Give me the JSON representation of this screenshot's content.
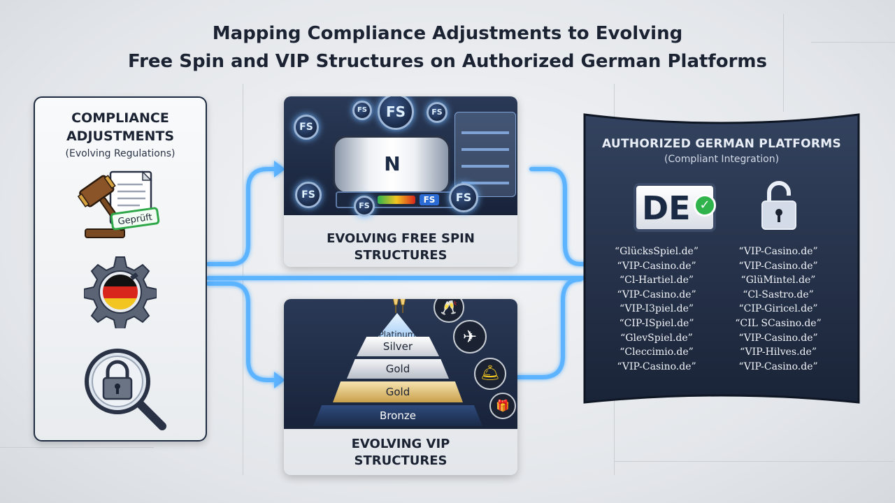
{
  "title": {
    "line1": "Mapping Compliance Adjustments to Evolving",
    "line2": "Free Spin and VIP Structures on Authorized German Platforms"
  },
  "compliance": {
    "title_line1": "COMPLIANCE",
    "title_line2": "ADJUSTMENTS",
    "subtitle": "(Evolving Regulations)",
    "stamp_text": "Geprüft",
    "icons": [
      "gavel-document-icon",
      "gear-germany-flag-icon",
      "magnifier-lock-icon"
    ]
  },
  "free_spin": {
    "label_line1": "EVOLVING FREE SPIN",
    "label_line2": "STRUCTURES",
    "coin_text": "FS",
    "reel_letter": "N",
    "counter_text": "FS"
  },
  "vip": {
    "label_line1": "EVOLVING VIP",
    "label_line2": "STRUCTURES",
    "tiers": [
      "Platinum",
      "Silver",
      "Gold",
      "Gold",
      "Bronze"
    ],
    "perk_icons": [
      "champagne-icon",
      "airplane-icon",
      "concierge-bell-icon",
      "gift-icon"
    ]
  },
  "platforms": {
    "title": "AUTHORIZED GERMAN PLATFORMS",
    "subtitle": "(Compliant Integration)",
    "badge_text": "DE",
    "domains_left": [
      "“GlücksSpiel.de”",
      "“VIP-Casino.de”",
      "“Cl-Hartiel.de”",
      "“VIP-Casino.de”",
      "“VIP-I3piel.de”",
      "“CIP-ISpiel.de”",
      "“GlevSpiel.de”",
      "“Cleccimio.de”",
      "“VIP-Casino.de”"
    ],
    "domains_right": [
      "“VIP-Casino.de”",
      "“VIP-Casino.de”",
      "“GlüMintel.de”",
      "“Cl-Sastro.de”",
      "“CIP-Giricel.de”",
      "“CIL SCasino.de”",
      "“VIP-Casino.de”",
      "“VIP-Hilves.de”",
      "“VIP-Casino.de”"
    ]
  },
  "colors": {
    "navy": "#1b2a44",
    "flow_blue": "#4aa8ff",
    "background": "#e8eaed",
    "check_green": "#2fb34a"
  }
}
